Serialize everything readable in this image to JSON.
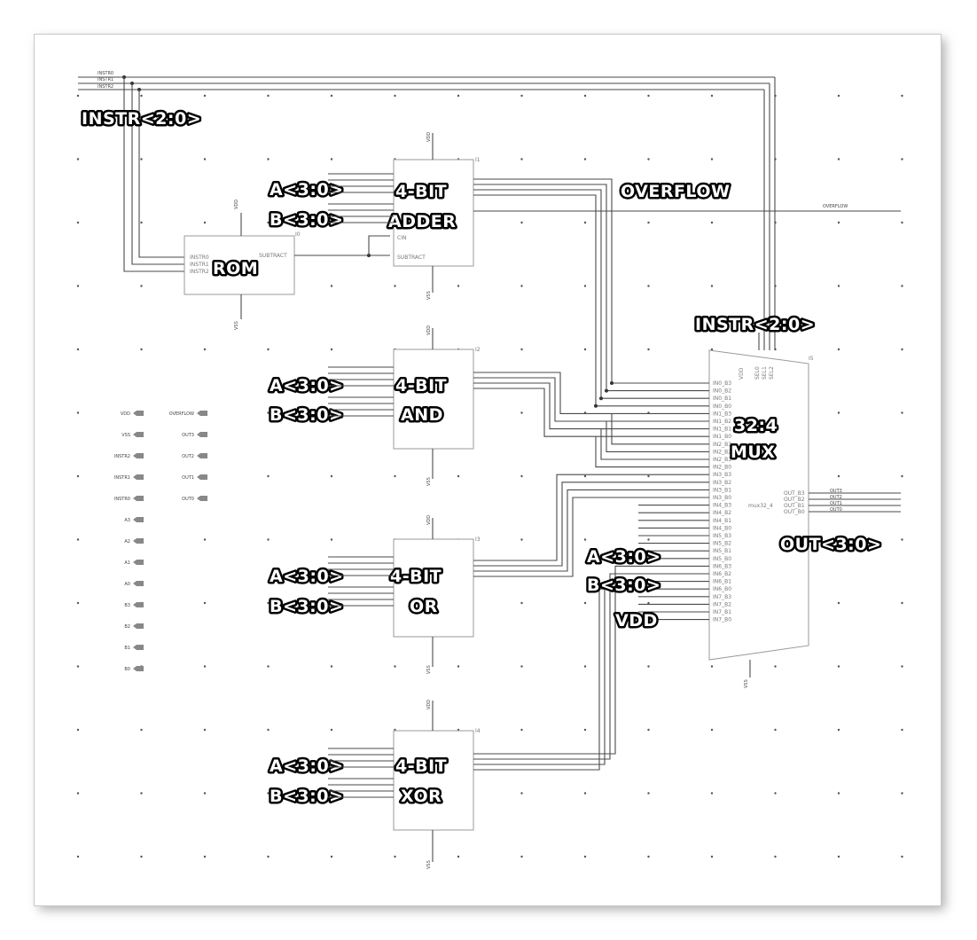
{
  "labels": {
    "instr_top": "INSTR<2:0>",
    "instr_mux": "INSTR<2:0>",
    "overflow": "OVERFLOW",
    "rom": "ROM",
    "mux_line1": "32:4",
    "mux_line2": "MUX",
    "out": "OUT<3:0>",
    "mux_a": "A<3:0>",
    "mux_b": "B<3:0>",
    "mux_vdd": "VDD"
  },
  "blocks": [
    {
      "a": "A<3:0>",
      "b": "B<3:0>",
      "line1": "4-BIT",
      "line2": "ADDER"
    },
    {
      "a": "A<3:0>",
      "b": "B<3:0>",
      "line1": "4-BIT",
      "line2": "AND"
    },
    {
      "a": "A<3:0>",
      "b": "B<3:0>",
      "line1": "4-BIT",
      "line2": "OR"
    },
    {
      "a": "A<3:0>",
      "b": "B<3:0>",
      "line1": "4-BIT",
      "line2": "XOR"
    }
  ],
  "small_text": {
    "instr_lines": [
      "INSTR0",
      "INSTR1",
      "INSTR2"
    ],
    "overflow_wire": "OVERFLOW",
    "adder_inst": "I1",
    "and_inst": "I2",
    "or_inst": "I3",
    "xor_inst": "I4",
    "mux_inst": "I5",
    "rom_inst": "I0",
    "rom_pins": [
      "INSTR0",
      "INSTR1",
      "INSTR2"
    ],
    "rom_out": "SUBTRACT",
    "adder_sub": "SUBTRACT",
    "adder_cin": "CIN",
    "mux_name": "mux32_4",
    "mux_sel": [
      "VDD",
      "SEL0",
      "SEL1",
      "SEL2"
    ],
    "mux_outs": [
      "OUT_B3",
      "OUT_B2",
      "OUT_B1",
      "OUT_B0"
    ],
    "out_nets": [
      "OUT3",
      "OUT2",
      "OUT1",
      "OUT0"
    ],
    "mux_inputs": [
      "IN0_B3",
      "IN0_B2",
      "IN0_B1",
      "IN0_B0",
      "IN1_B3",
      "IN1_B2",
      "IN1_B1",
      "IN1_B0",
      "IN2_B3",
      "IN2_B2",
      "IN2_B1",
      "IN2_B0",
      "IN3_B3",
      "IN3_B2",
      "IN3_B1",
      "IN3_B0",
      "IN4_B3",
      "IN4_B2",
      "IN4_B1",
      "IN4_B0",
      "IN5_B3",
      "IN5_B2",
      "IN5_B1",
      "IN5_B0",
      "IN6_B3",
      "IN6_B2",
      "IN6_B1",
      "IN6_B0",
      "IN7_B3",
      "IN7_B2",
      "IN7_B1",
      "IN7_B0"
    ],
    "vdd": "VDD",
    "vss": "VSS",
    "pin_left": [
      "VDD",
      "VSS",
      "INSTR2",
      "INSTR1",
      "INSTR0",
      "A3",
      "A2",
      "A1",
      "A0",
      "B3",
      "B2",
      "B1",
      "B0"
    ],
    "pin_right": [
      "OVERFLOW",
      "OUT3",
      "OUT2",
      "OUT1",
      "OUT0"
    ]
  },
  "colors": {
    "label_fill": "#ffffff",
    "label_outline": "#000000",
    "wire": "#4a4a4a",
    "box": "#9a9a9a"
  }
}
